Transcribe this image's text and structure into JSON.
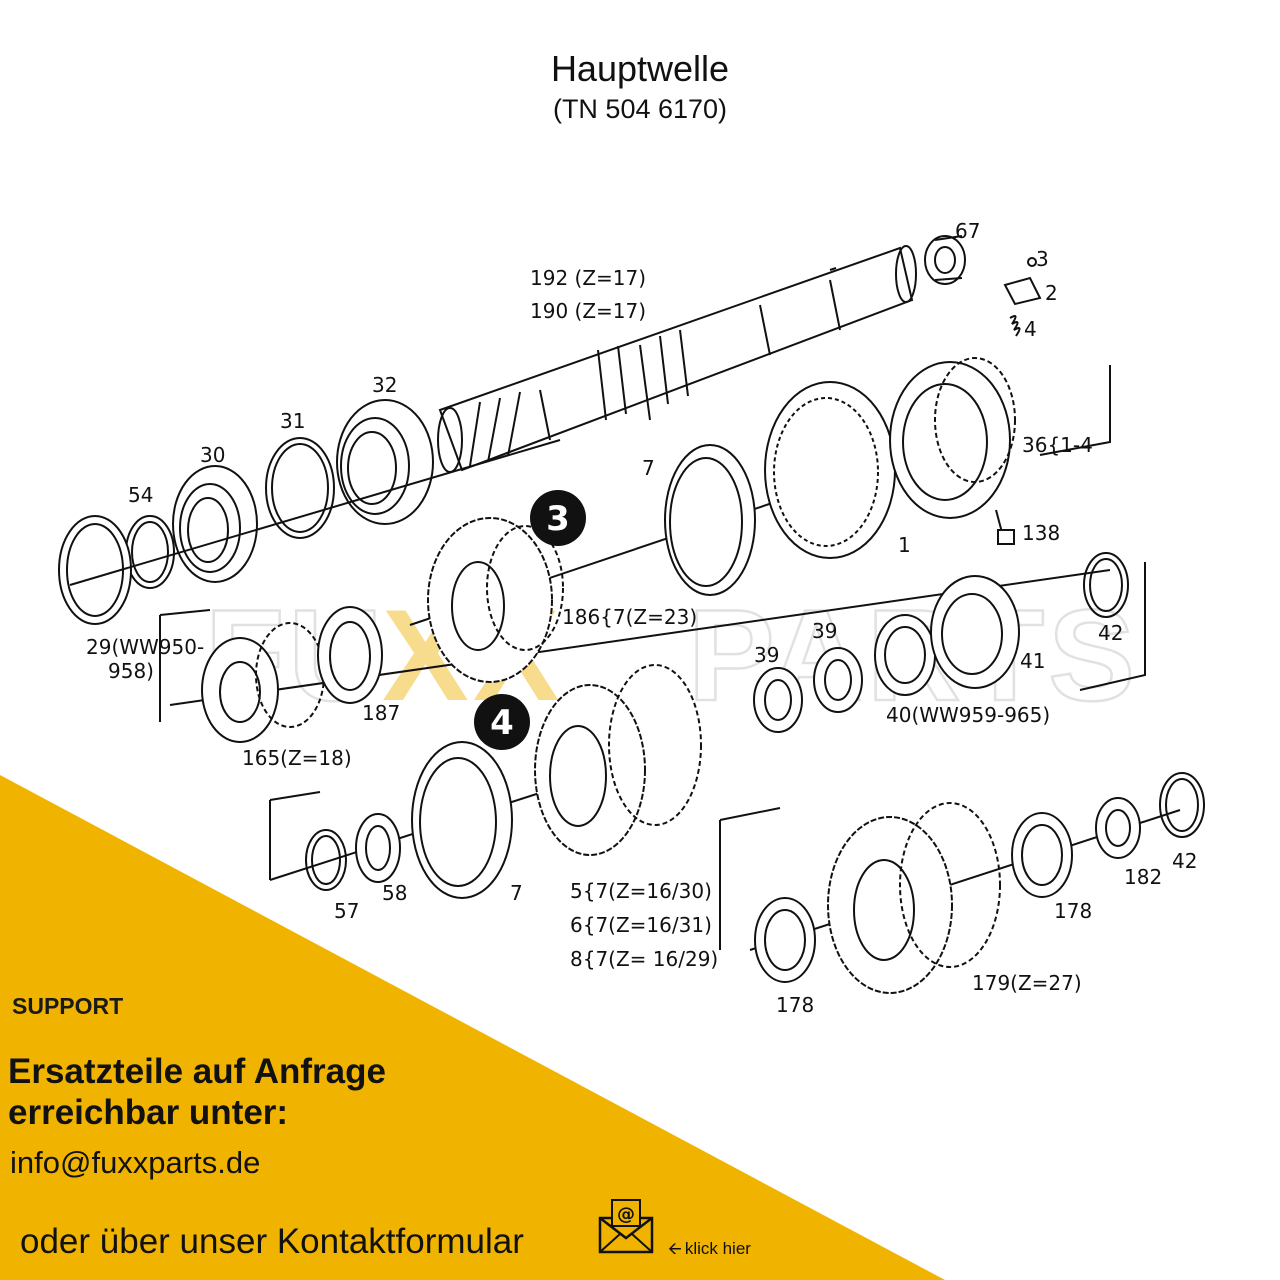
{
  "title": "Hauptwelle",
  "subtitle": "(TN 504 6170)",
  "watermark": "FUXXPARTS",
  "callouts": [
    "3",
    "4"
  ],
  "part_labels": {
    "p67": "67",
    "p3": "3",
    "p2": "2",
    "p4": "4",
    "p192": "192 (Z=17)",
    "p190": "190 (Z=17)",
    "p32": "32",
    "p31": "31",
    "p30": "30",
    "p54": "54",
    "p36": "36{1-4",
    "p138": "138",
    "p7a": "7",
    "p1": "1",
    "p186": "186{7(Z=23)",
    "p29a": "29(WW950-",
    "p29b": "958)",
    "p187": "187",
    "p165": "165(Z=18)",
    "p42a": "42",
    "p41": "41",
    "p39a": "39",
    "p39b": "39",
    "p40": "40(WW959-965)",
    "p57": "57",
    "p58": "58",
    "p7b": "7",
    "p5": "5{7(Z=16/30)",
    "p6": "6{7(Z=16/31)",
    "p8": "8{7(Z= 16/29)",
    "p178a": "178",
    "p178b": "178",
    "p179": "179(Z=27)",
    "p182": "182",
    "p42b": "42"
  },
  "support": {
    "label": "SUPPORT",
    "headline_1": "Ersatzteile auf Anfrage",
    "headline_2": "erreichbar unter:",
    "email": "info@fuxxparts.de",
    "contact_text": "oder über unser Kontaktformular",
    "click_hint": "klick hier"
  },
  "colors": {
    "accent": "#f0b400",
    "watermark": "#f5c542",
    "line": "#111111"
  },
  "icons": [
    "mail-at-icon",
    "arrow-left-icon"
  ]
}
